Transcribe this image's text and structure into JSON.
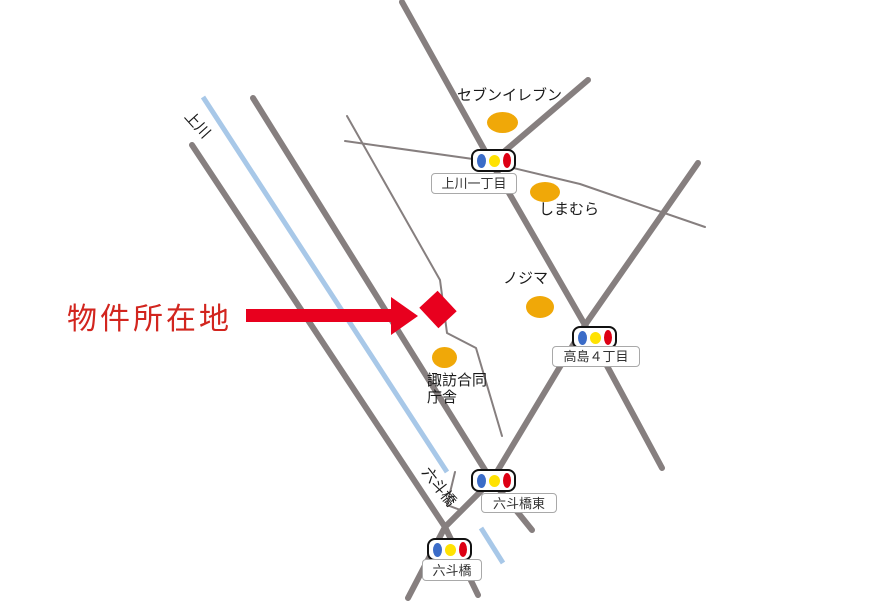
{
  "map": {
    "property": {
      "label": "物件所在地"
    },
    "river": {
      "name": "上川"
    },
    "bridge": {
      "name": "六斗橋"
    },
    "landmarks": {
      "seven_eleven": "セブンイレブン",
      "shimamura": "しまむら",
      "nojima": "ノジマ",
      "suwa_line1": "諏訪合同",
      "suwa_line2": "庁舎"
    },
    "signals": {
      "kamikawa_1chome": "上川一丁目",
      "takashima_4chome": "高島４丁目",
      "rokutobashi_higashi": "六斗橋東",
      "rokutobashi": "六斗橋"
    },
    "colors": {
      "road": "#867f7f",
      "river": "#a8c8e8",
      "landmark": "#f0a808",
      "accent_red": "#e8001e",
      "property_text_red": "#d2251e",
      "signal_blue": "#3b6cc8",
      "signal_yellow": "#ffe202",
      "signal_red": "#dd0014"
    }
  }
}
